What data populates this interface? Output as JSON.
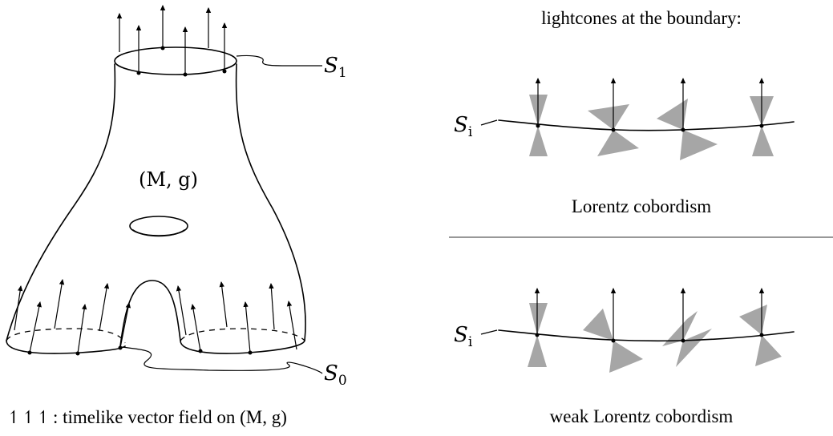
{
  "left_panel": {
    "label_s1": "S",
    "label_s1_sub": "1",
    "label_s0": "S",
    "label_s0_sub": "0",
    "label_manifold": "(M, g)",
    "legend_symbol": "↿↿↿",
    "legend_text": ": timelike vector field on (M, g)"
  },
  "right_panel": {
    "heading": "lightcones at the boundary:",
    "top_label": "S",
    "top_label_sub": "i",
    "top_caption": "Lorentz cobordism",
    "bottom_label": "S",
    "bottom_label_sub": "i",
    "bottom_caption": "weak Lorentz cobordism"
  },
  "colors": {
    "lightcone_fill": "#a6a6a6",
    "ink": "#000000",
    "divider": "#777777"
  }
}
